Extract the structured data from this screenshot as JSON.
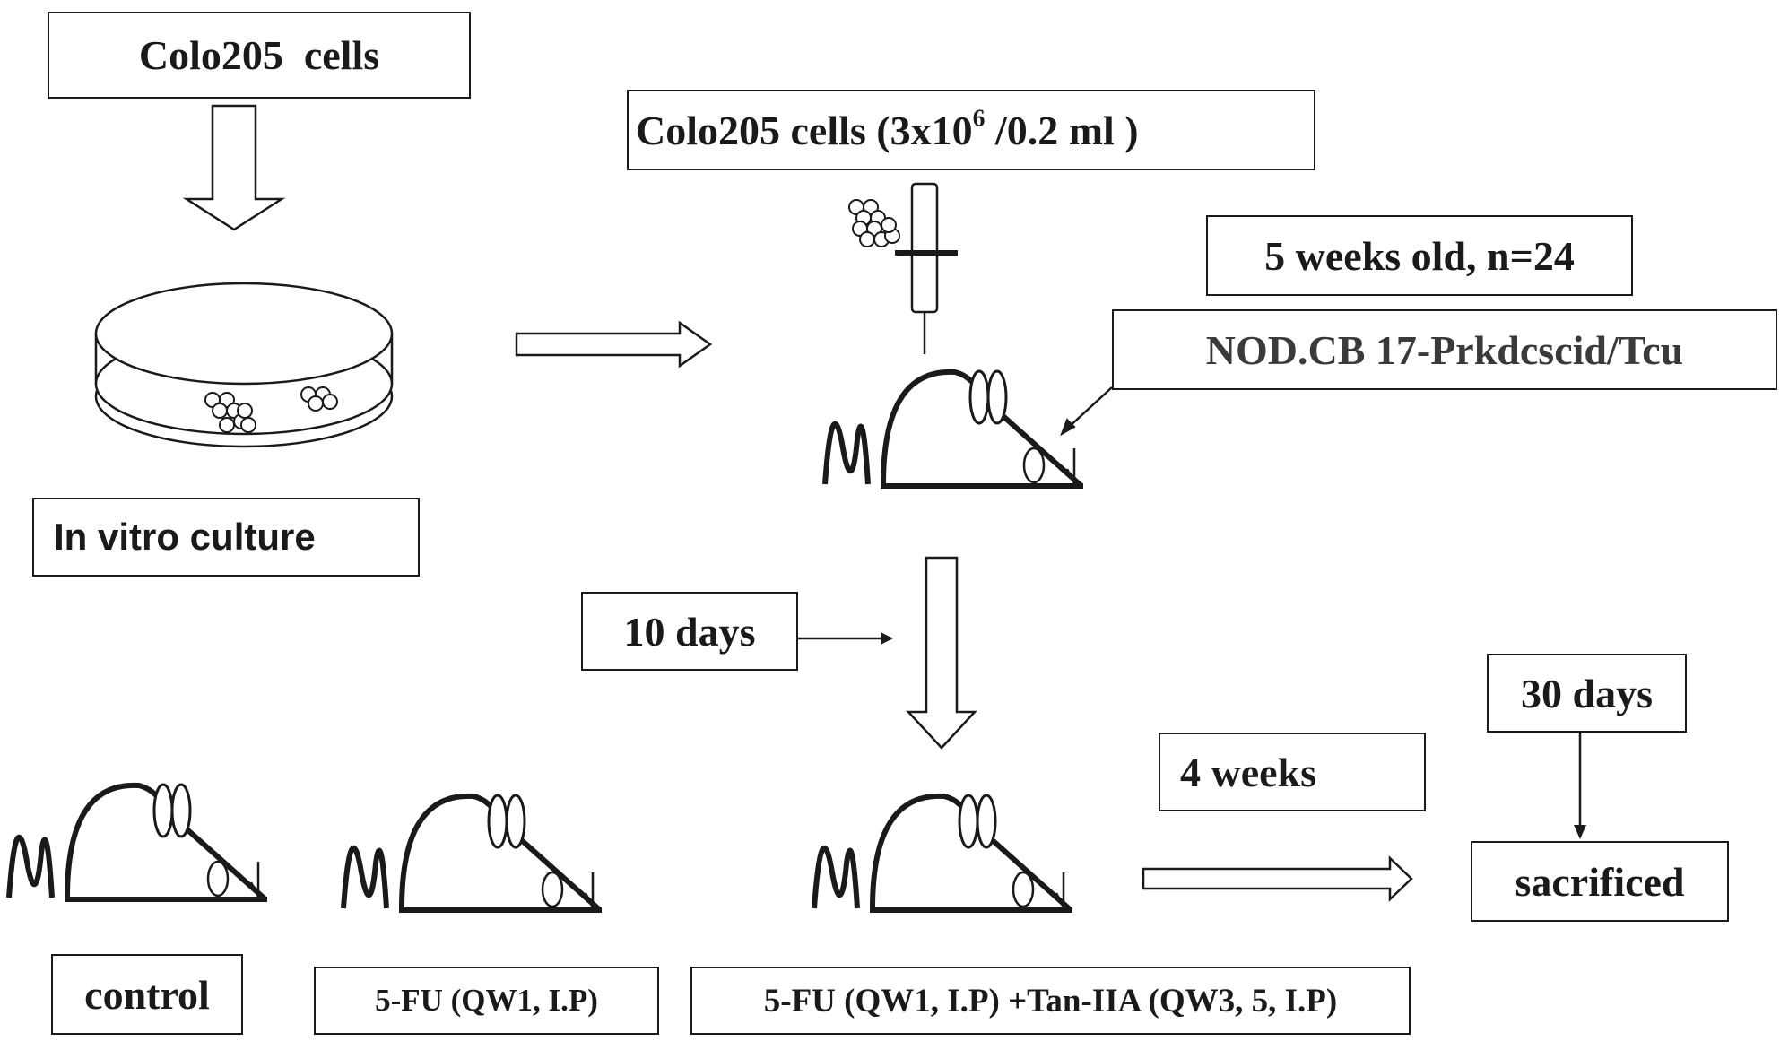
{
  "boxes": {
    "colo_cells": "Colo205  cells",
    "in_vitro": "In vitro culture",
    "injection_prefix": "Colo205 cells (3x10",
    "injection_exp": "6",
    "injection_suffix": " /0.2 ml )",
    "mice_info": "5 weeks old, n=24",
    "strain": "NOD.CB 17-Prkdcscid/Tcu",
    "days10": "10 days",
    "weeks4": "4 weeks",
    "days30": "30 days",
    "sacrificed": "sacrificed",
    "group_control": "control",
    "group_5fu": "5-FU (QW1, I.P)",
    "group_combo": "5-FU (QW1, I.P) +Tan-IIA (QW3, 5, I.P)"
  }
}
